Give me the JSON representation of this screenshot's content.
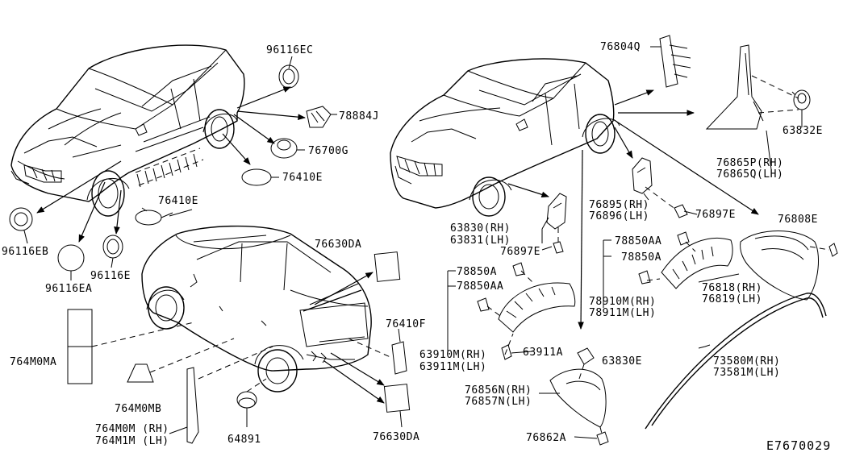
{
  "labels": {
    "p96116EC": "96116EC",
    "p78884J": "78884J",
    "p76700G": "76700G",
    "p76410E_a": "76410E",
    "p76410E_b": "76410E",
    "p96116EB": "96116EB",
    "p96116EA": "96116EA",
    "p96116E": "96116E",
    "p76630DA_a": "76630DA",
    "p76410F": "76410F",
    "p764M0MA": "764M0MA",
    "p764M0MB": "764M0MB",
    "p764M0M_rh": "764M0M (RH)",
    "p764M1M_lh": "764M1M (LH)",
    "p64891": "64891",
    "p76630DA_b": "76630DA",
    "p76804Q": "76804Q",
    "p63832E": "63832E",
    "p76865P_rh": "76865P(RH)",
    "p76865Q_lh": "76865Q(LH)",
    "p76895_rh": "76895(RH)",
    "p76896_lh": "76896(LH)",
    "p76897E_a": "76897E",
    "p76808E": "76808E",
    "p63830_rh": "63830(RH)",
    "p63831_lh": "63831(LH)",
    "p76897E_b": "76897E",
    "p78850AA_a": "78850AA",
    "p78850A_a": "78850A",
    "p78850A_b": "78850A",
    "p78850AA_b": "78850AA",
    "p78910M_rh": "78910M(RH)",
    "p78911M_lh": "78911M(LH)",
    "p76818_rh": "76818(RH)",
    "p76819_lh": "76819(LH)",
    "p63910M_rh": "63910M(RH)",
    "p63911M_lh": "63911M(LH)",
    "p63911A": "63911A",
    "p63830E": "63830E",
    "p73580M_rh": "73580M(RH)",
    "p73581M_lh": "73581M(LH)",
    "p76856N_rh": "76856N(RH)",
    "p76857N_lh": "76857N(LH)",
    "p76862A": "76862A",
    "diagram_code": "E7670029"
  }
}
